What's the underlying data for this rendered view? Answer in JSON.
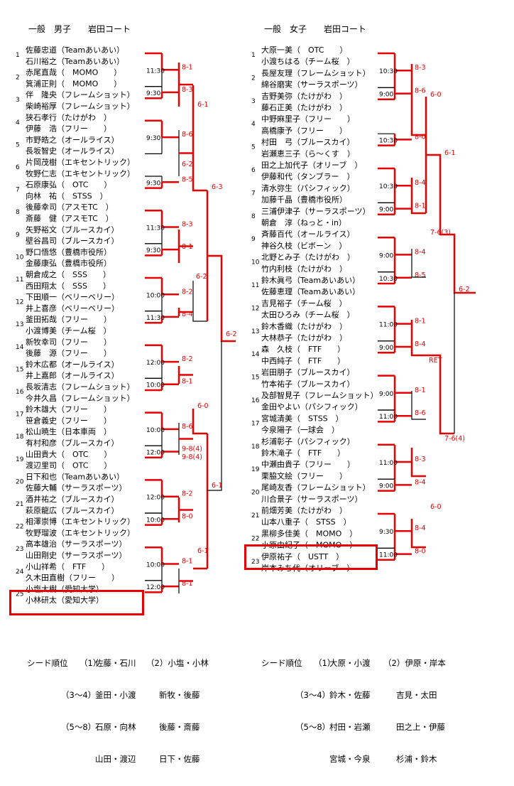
{
  "men": {
    "title": "一般　男子　　岩田コート",
    "players": [
      [
        "1",
        "佐藤忠道（Teamあいあい）",
        "石川裕之（Teamあいあい）"
      ],
      [
        "2",
        "赤尾直哉（　MOMO　　）",
        "箕浦正則（　MOMO　　）"
      ],
      [
        "3",
        "伴　隆央（フレームショット）",
        "柴崎裕厚（フレームショット）"
      ],
      [
        "4",
        "狭石孝行（たけがわ　）",
        "伊藤　浩（フリー　　）"
      ],
      [
        "5",
        "市野皓之（オールライス）",
        "長坂智史（オールライス）"
      ],
      [
        "6",
        "片岡茂樹（エキセントリック）",
        "牧野仁志（エキセントリック）"
      ],
      [
        "7",
        "石原康弘（　OTC　　）",
        "向林　祐（　STSS　）"
      ],
      [
        "8",
        "後藤幸司（アスモTC　）",
        "斎藤　健（アスモTC　）"
      ],
      [
        "9",
        "矢野裕文（ブルースカイ）",
        "壁谷昌司（ブルースカイ）"
      ],
      [
        "10",
        "野口悟悠（豊橋市役所）",
        "金藤康弘（豊橋市役所）"
      ],
      [
        "11",
        "朝倉成之（　SSS　　）",
        "西田翔太（　SSS　　）"
      ],
      [
        "12",
        "下田順一（ベリーベリー）",
        "井上喜彦（ベリーベリー）"
      ],
      [
        "13",
        "釜田拓哉（フリー　　）",
        "小渡博美（チーム桜　）"
      ],
      [
        "14",
        "新牧幸司（フリー　　）",
        "後藤　源（フリー　　）"
      ],
      [
        "15",
        "鈴木広都（オールライス）",
        "井上嘉郎（オールライス）"
      ],
      [
        "16",
        "長坂清志（フレームショット）",
        "今井久昌（フレームショット）"
      ],
      [
        "17",
        "鈴木雄大（フリー　　）",
        "笹倉義史（フリー　　）"
      ],
      [
        "18",
        "松山暁生（日本車両　）",
        "有村和彦（ブルースカイ）"
      ],
      [
        "19",
        "山田貴大（　OTC　　）",
        "渡辺里司（　OTC　　）"
      ],
      [
        "20",
        "日下和也（Teamあいあい）",
        "佐藤大輔（サーラスポーツ）"
      ],
      [
        "21",
        "酒井祐之（ブルースカイ）",
        "萩原龍広（ブルースカイ）"
      ],
      [
        "22",
        "相澤崇博（エキセントリック）",
        "牧野瑠波（エキセントリック）"
      ],
      [
        "23",
        "高本雄治（サーラスポーツ）",
        "山田剛史（サーラスポーツ）"
      ],
      [
        "24",
        "小山祥希（　FTF　　）",
        "久木田直樹（フリー　　）"
      ],
      [
        "25",
        "小塩大樹（愛知大学）",
        "小林研太（愛知大学）"
      ]
    ],
    "times": [
      "11:30",
      "9:30",
      "9:30",
      "9:30",
      "11:30",
      "9:30",
      "10:00",
      "11:30",
      "12:00",
      "10:00",
      "10:00",
      "12:00",
      "12:00",
      "10:00",
      "10:00",
      "12:00"
    ],
    "scores": [
      "8-1",
      "8-3",
      "6-1",
      "8-6",
      "6-2",
      "8-5",
      "6-3",
      "8-3",
      "8-1",
      "6-2",
      "8-2",
      "8-4",
      "6-2",
      "8-2",
      "8-1",
      "6-0",
      "8-6",
      "9-8(4)",
      "6-1",
      "8-2",
      "8-0",
      "6-1",
      "8-1",
      "8-1"
    ]
  },
  "women": {
    "title": "一般　女子　　岩田コート",
    "players": [
      [
        "1",
        "大原一美（　OTC　　）",
        "小渡ちはる（チーム桜　）"
      ],
      [
        "2",
        "長屋友理（フレームショット）",
        "綿谷磨実（サーラスポーツ）"
      ],
      [
        "3",
        "吉野美弥（たけがわ　）",
        "藤石正美（たけがわ　）"
      ],
      [
        "4",
        "中野麻里子（フリー　　）",
        "高橋康予（フリー　　）"
      ],
      [
        "5",
        "村田　弓（ブルースカイ）",
        "岩瀬恵三子（ら～くす　）"
      ],
      [
        "6",
        "田之上加代子（オリーブ　）",
        "伊藤和代（タンブラー　）"
      ],
      [
        "7",
        "清水弥生（パシフィック）",
        "加藤千晶（豊橋市役所）"
      ],
      [
        "8",
        "三浦伊津子（サーラスポーツ）",
        "朝倉　淳（ねっと・in）"
      ],
      [
        "9",
        "斉藤百代（オールライス）",
        "神谷久枝（ビボーン　）"
      ],
      [
        "10",
        "北野とみ子（たけがわ　）",
        "竹内利枝（たけがわ　）"
      ],
      [
        "11",
        "鈴木眞弓（Teamあいあい）",
        "佐藤恵理（Teamあいあい）"
      ],
      [
        "12",
        "吉見裕子（チーム桜　）",
        "太田ひろみ（チーム桜　）"
      ],
      [
        "13",
        "鈴木香織（たけがわ　）",
        "大林恭子（たけがわ　）"
      ],
      [
        "14",
        "森　久枝（　FTF　　）",
        "中西純子（　FTF　　）"
      ],
      [
        "15",
        "岩田朋子（ブルースカイ）",
        "竹本祐子（ブルースカイ）"
      ],
      [
        "16",
        "及部智見子（フレームショット）",
        "金田やよい（パシフィック）"
      ],
      [
        "17",
        "宮城清美（　STSS　）",
        "今泉陽子（一球会　）"
      ],
      [
        "18",
        "杉浦彰子（パシフィック）",
        "鈴木滝子（　FTF　　）"
      ],
      [
        "19",
        "中瀬由貴子（フリー　　）",
        "栗脇文絵（フリー　　）"
      ],
      [
        "20",
        "尾崎友香（フレームショット）",
        "川合景子（サーラスポーツ）"
      ],
      [
        "21",
        "前畑芳美（たけがわ　）",
        "山本八重子（　STSS　）"
      ],
      [
        "22",
        "黒柳多佳美（　MOMO　）",
        "小原由紀子（　MOMO　）"
      ],
      [
        "23",
        "伊原祐子（　USTT　）",
        "岸本みち代（オリーブ　）"
      ]
    ],
    "times": [
      "10:30",
      "9:00",
      "10:30",
      "10:30",
      "9:00",
      "9:00",
      "10:30",
      "11:00",
      "9:00",
      "9:00",
      "11:00",
      "11:00",
      "9:00",
      "9:30",
      "11:00"
    ],
    "scores": [
      "8-3",
      "8-6",
      "6-0",
      "8-0",
      "6-1",
      "8-4",
      "8-1",
      "7-6(3)",
      "8-4",
      "8-5",
      "6-2",
      "8-1",
      "8-4",
      "RET",
      "8-1",
      "8-6",
      "7-6(4)",
      "8-3",
      "8-4",
      "6-0",
      "8-4",
      "8-0"
    ]
  },
  "seeds": {
    "men": {
      "label": "シード順位",
      "rows": [
        [
          "（1）",
          "佐藤・石川",
          "（2）小塩・小林"
        ],
        [
          "（3～4）",
          "釜田・小渡",
          "新牧・後藤"
        ],
        [
          "（5～8）",
          "石原・向林",
          "後藤・斎藤"
        ],
        [
          "",
          "山田・渡辺",
          "日下・佐藤"
        ]
      ]
    },
    "women": {
      "label": "シード順位",
      "rows": [
        [
          "（1）",
          "大原・小渡",
          "（2）伊原・岸本"
        ],
        [
          "（3～4）",
          "鈴木・佐藤",
          "吉見・太田"
        ],
        [
          "（5～8）",
          "村田・岩瀬",
          "田之上・伊藤"
        ],
        [
          "",
          "宮城・今泉",
          "杉浦・鈴木"
        ]
      ]
    }
  },
  "colors": {
    "win": "#e60000",
    "line": "#000000"
  }
}
